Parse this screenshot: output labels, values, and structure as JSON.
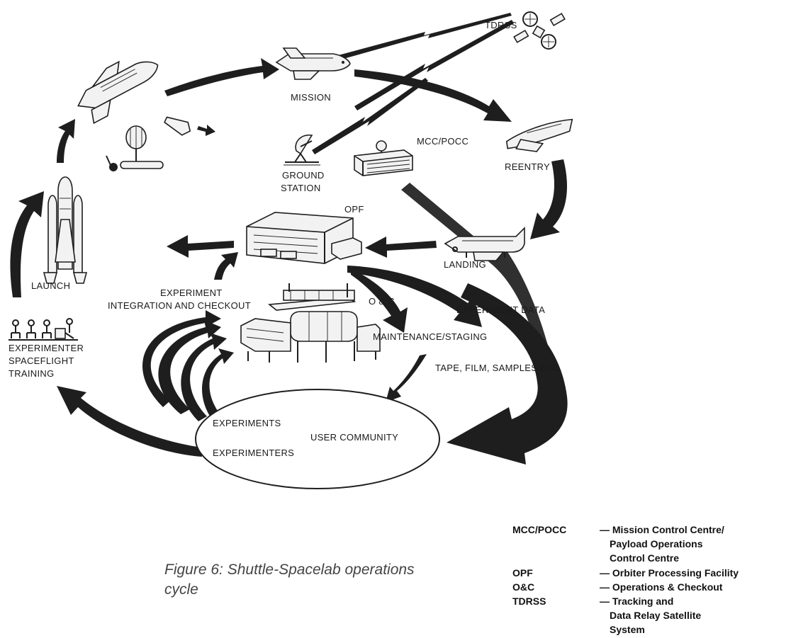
{
  "labels": {
    "tdrss": "TDRSS",
    "mission": "MISSION",
    "mcc_pocc": "MCC/POCC",
    "reentry": "REENTRY",
    "ground_station_line1": "GROUND",
    "ground_station_line2": "STATION",
    "opf": "OPF",
    "landing": "LANDING",
    "launch": "LAUNCH",
    "experiment_line1": "EXPERIMENT",
    "experiment_line2": "INTEGRATION AND CHECKOUT",
    "o_and_c": "O & C",
    "experiment_data": "EXPERIMENT DATA",
    "maintenance_staging": "MAINTENANCE/STAGING",
    "experimenter_line1": "EXPERIMENTER",
    "experimenter_line2": "SPACEFLIGHT",
    "experimenter_line3": "TRAINING",
    "tape_film_samples": "TAPE, FILM, SAMPLES ETC.",
    "experiments": "EXPERIMENTS",
    "user_community": "USER COMMUNITY",
    "experimenters": "EXPERIMENTERS"
  },
  "caption": {
    "line1": "Figure 6: Shuttle-Spacelab operations",
    "line2": "cycle"
  },
  "glossary": [
    {
      "abbr": "MCC/POCC",
      "def": [
        "— Mission Control Centre/",
        "Payload Operations",
        "Control Centre"
      ]
    },
    {
      "abbr": "OPF",
      "def": [
        "— Orbiter Processing Facility"
      ]
    },
    {
      "abbr": "O&C",
      "def": [
        "— Operations & Checkout"
      ]
    },
    {
      "abbr": "TDRSS",
      "def": [
        "— Tracking and",
        "Data Relay Satellite",
        "System"
      ]
    }
  ],
  "colors": {
    "ink": "#1e1e1e",
    "caption": "#444444",
    "background": "#ffffff"
  }
}
